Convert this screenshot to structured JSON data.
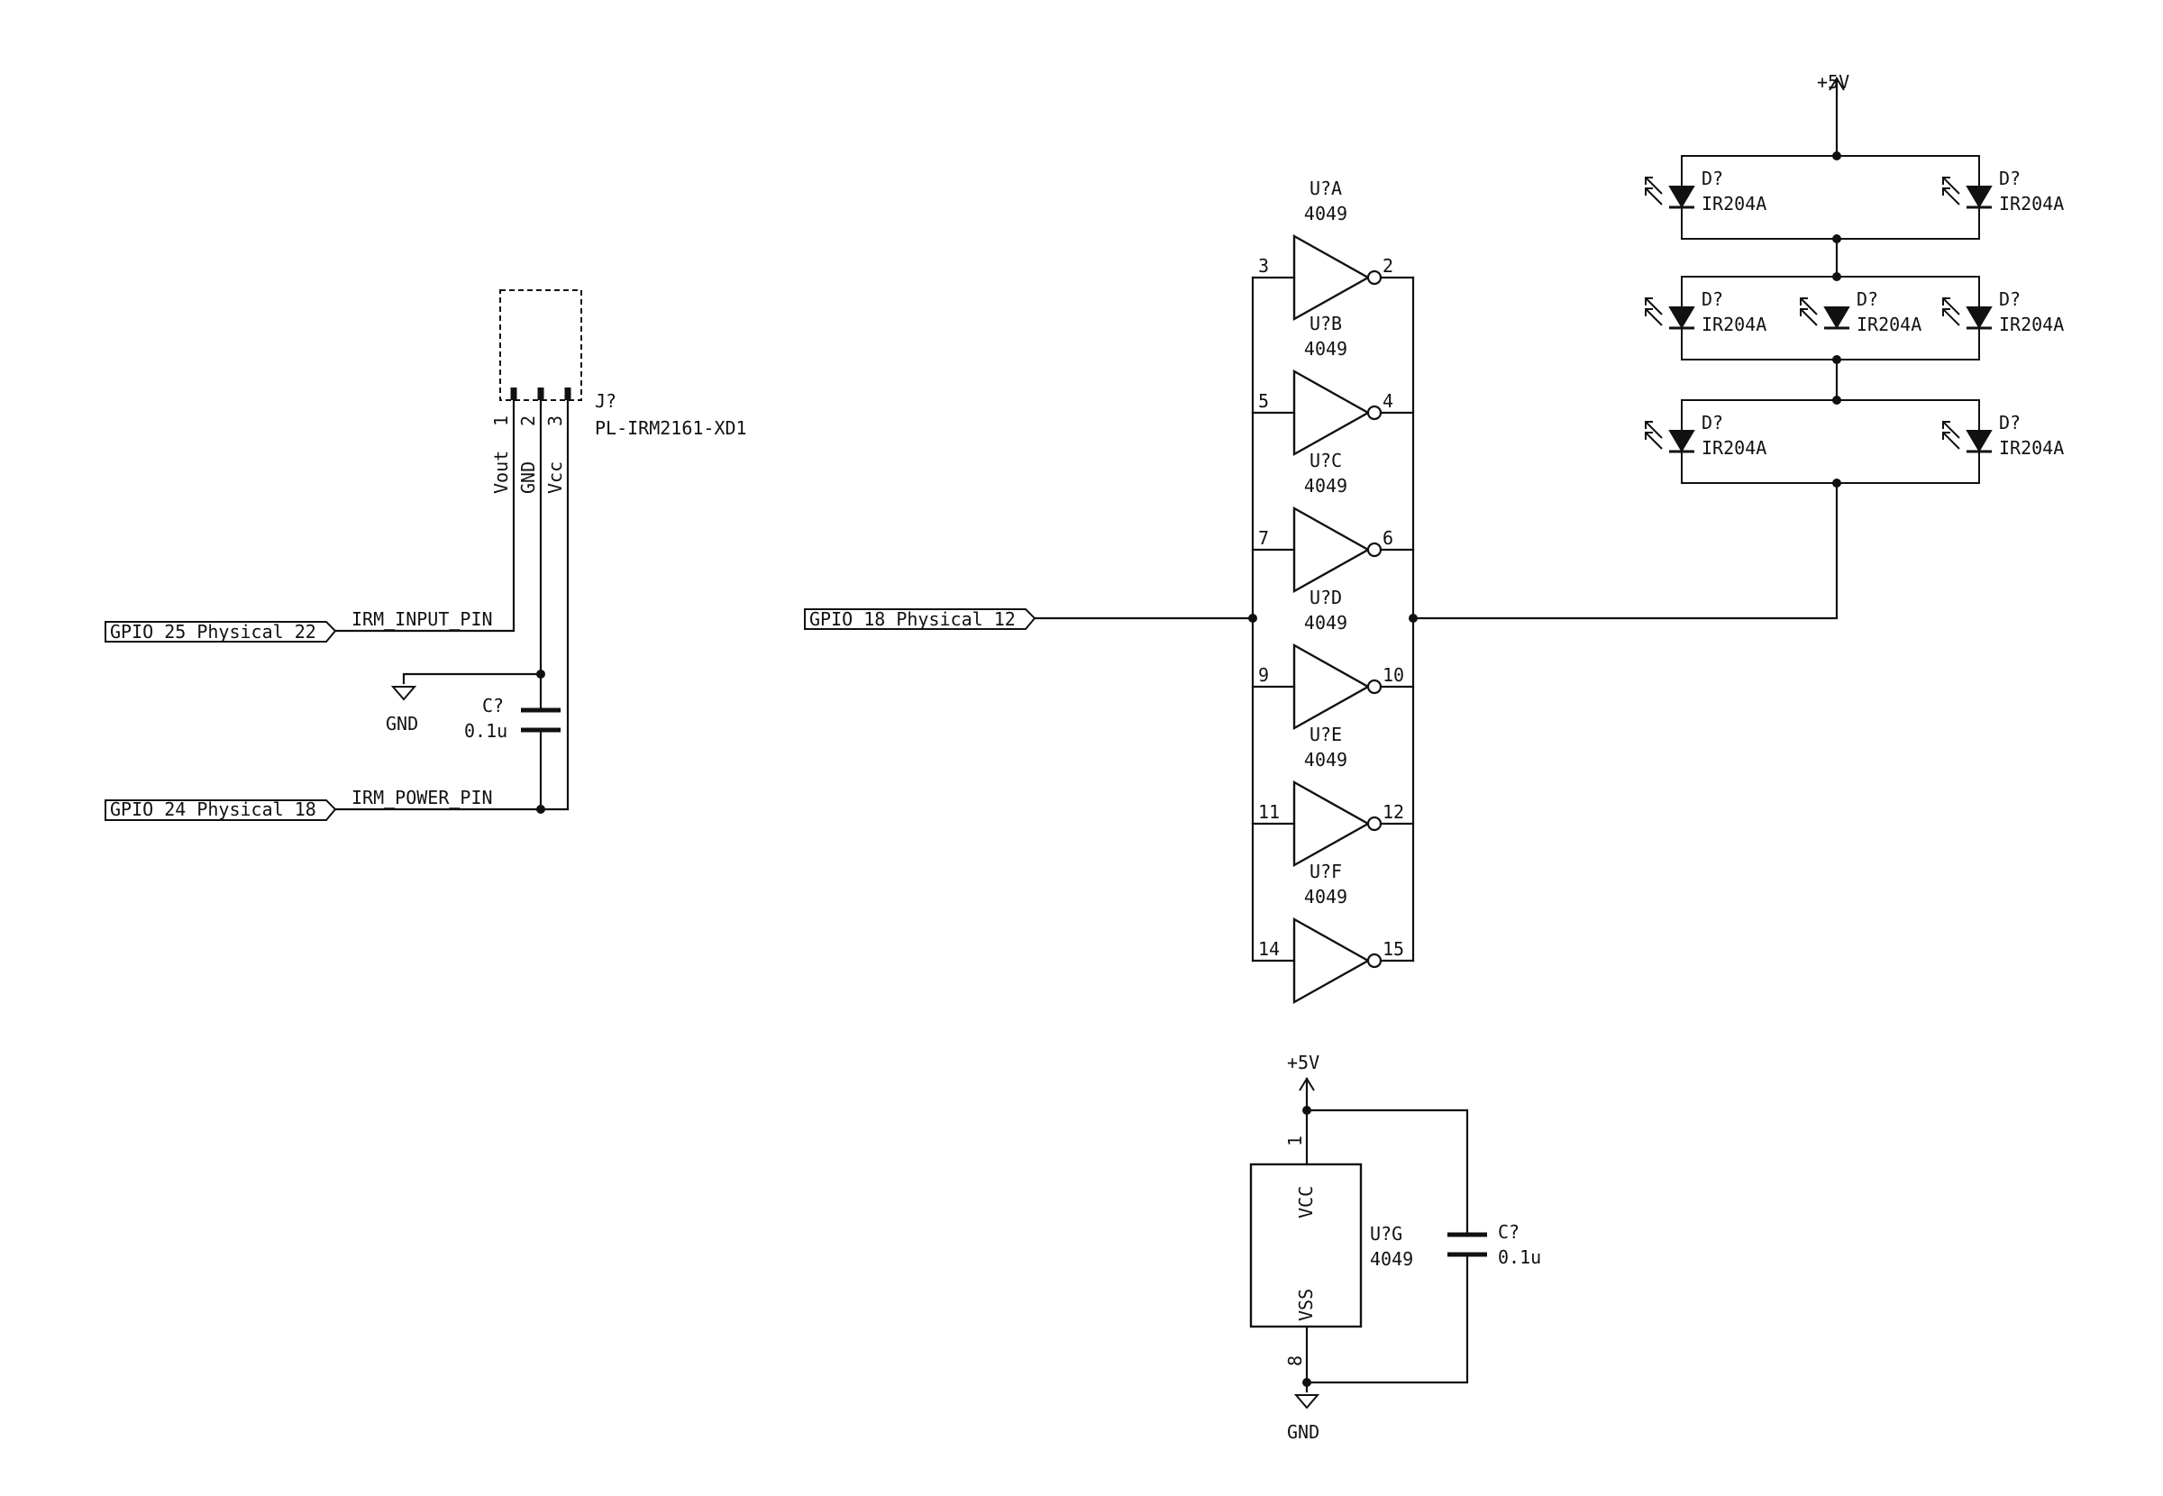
{
  "connector": {
    "ref": "J?",
    "value": "PL-IRM2161-XD1",
    "pin_numbers": [
      "1",
      "2",
      "3"
    ],
    "pin_names": [
      "Vout",
      "GND",
      "Vcc"
    ]
  },
  "labels": {
    "gpio25": "GPIO_25_Physical_22",
    "gpio24": "GPIO_24_Physical_18",
    "gpio18": "GPIO_18_Physical_12",
    "irm_input": "IRM_INPUT_PIN",
    "irm_power": "IRM_POWER_PIN"
  },
  "power": {
    "gnd": "GND",
    "vcc": "+5V"
  },
  "caps": {
    "ref": "C?",
    "value": "0.1u"
  },
  "inverters": [
    {
      "ref": "U?A",
      "value": "4049",
      "in_pin": "3",
      "out_pin": "2"
    },
    {
      "ref": "U?B",
      "value": "4049",
      "in_pin": "5",
      "out_pin": "4"
    },
    {
      "ref": "U?C",
      "value": "4049",
      "in_pin": "7",
      "out_pin": "6"
    },
    {
      "ref": "U?D",
      "value": "4049",
      "in_pin": "9",
      "out_pin": "10"
    },
    {
      "ref": "U?E",
      "value": "4049",
      "in_pin": "11",
      "out_pin": "12"
    },
    {
      "ref": "U?F",
      "value": "4049",
      "in_pin": "14",
      "out_pin": "15"
    }
  ],
  "power_unit": {
    "ref": "U?G",
    "value": "4049",
    "vcc_name": "VCC",
    "vss_name": "VSS",
    "vcc_pin": "1",
    "vss_pin": "8"
  },
  "leds": {
    "ref": "D?",
    "value": "IR204A"
  }
}
